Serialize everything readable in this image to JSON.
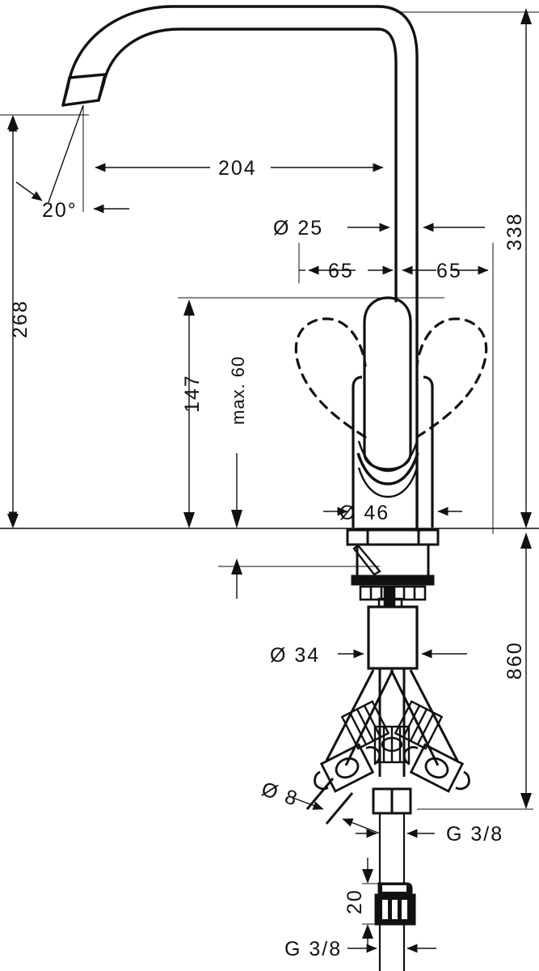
{
  "drawing": {
    "title": "Kitchen mixer tap dimensional drawing",
    "units": "mm",
    "line_color": "#111111",
    "background": "#ffffff"
  },
  "dimensions": {
    "spout_angle": "20°",
    "spout_reach": "204",
    "spout_tube_dia": "Ø 25",
    "swivel_left": "65",
    "swivel_right": "65",
    "total_height": "338",
    "outlet_height": "268",
    "lever_height": "147",
    "counter_thickness": "max. 60",
    "body_dia": "Ø 46",
    "shank_dia": "Ø 34",
    "hose_length": "860",
    "hose_dia": "Ø 8",
    "hose_thread": "G 3/8",
    "adapter_height": "20",
    "adapter_thread": "G 3/8"
  }
}
